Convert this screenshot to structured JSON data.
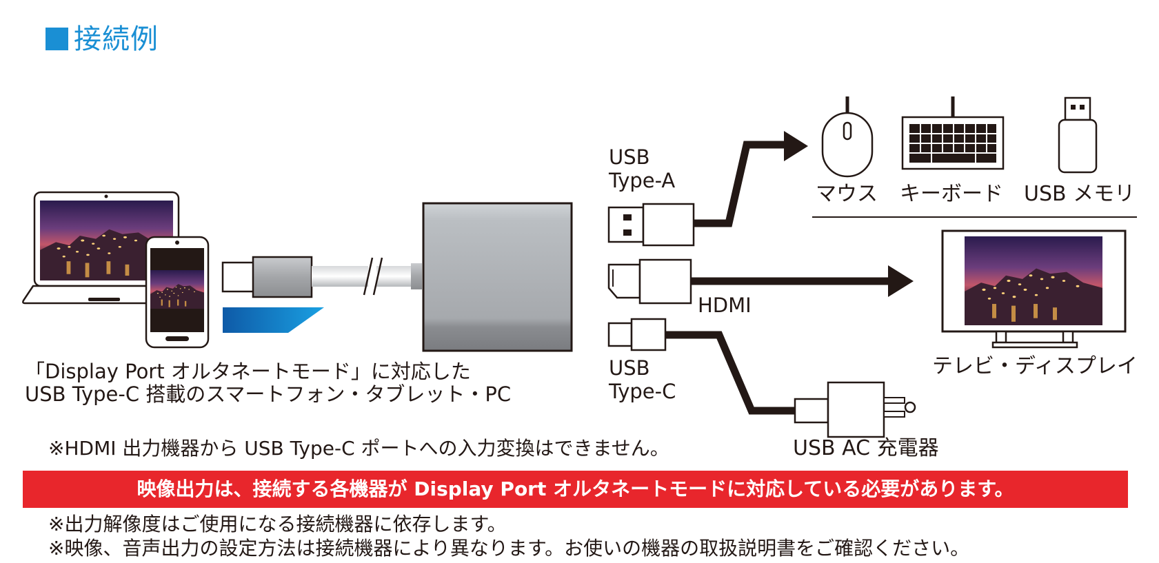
{
  "colors": {
    "accent": "#1a8fd4",
    "banner": "#e8262c",
    "cable": "#231815"
  },
  "heading": {
    "title": "接続例"
  },
  "source": {
    "line1": "「Display Port オルタネートモード」に対応した",
    "line2": "USB Type-C 搭載のスマートフォン・タブレット・PC"
  },
  "ports": {
    "usb_a": {
      "line1": "USB",
      "line2": "Type-A"
    },
    "hdmi": "HDMI",
    "usb_c": {
      "line1": "USB",
      "line2": "Type-C"
    }
  },
  "devices": {
    "mouse": "マウス",
    "keyboard": "キーボード",
    "usb_memory": "USB メモリ",
    "tv_display": "テレビ・ディスプレイ",
    "charger": "USB AC 充電器"
  },
  "notes": {
    "input_note": "※HDMI 出力機器から USB Type-C ポートへの入力変換はできません。",
    "banner": "映像出力は、接続する各機器が Display Port オルタネートモードに対応している必要があります。",
    "footnote1": "※出力解像度はご使用になる接続機器に依存します。",
    "footnote2": "※映像、音声出力の設定方法は接続機器により異なります。お使いの機器の取扱説明書をご確認ください。"
  }
}
